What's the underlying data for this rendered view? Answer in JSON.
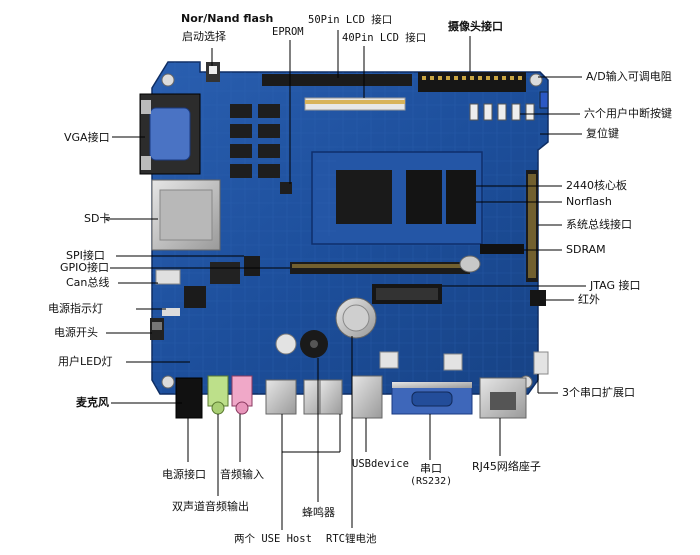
{
  "colors": {
    "board": "#1d4f9c",
    "board_dark": "#163d7c",
    "silk": "#ffffff",
    "chip": "#1a1a1a",
    "connector_black": "#161616",
    "header_yellow": "#e8d36a",
    "sd_silver": "#c9c9c9",
    "vga_blue": "#3a64b8",
    "leader": "#000000"
  },
  "labels": {
    "nor_nand_flash": "Nor/Nand flash",
    "boot_select": "启动选择",
    "eprom": "EPROM",
    "lcd50": "50Pin LCD 接口",
    "lcd40": "40Pin LCD 接口",
    "camera": "摄像头接口",
    "ad_pot": "A/D输入可调电阻",
    "user_int_keys": "六个用户中断按键",
    "reset_key": "复位键",
    "vga": "VGA接口",
    "core_board": "2440核心板",
    "norflash": "Norflash",
    "sys_bus": "系统总线接口",
    "sd_card": "SD卡",
    "spi": "SPI接口",
    "gpio": "GPIO接口",
    "can": "Can总线",
    "sdram": "SDRAM",
    "jtag": "JTAG 接口",
    "power_led": "电源指示灯",
    "ir": "红外",
    "power_switch": "电源开头",
    "user_led": "用户LED灯",
    "mic": "麦克风",
    "serial_ext": "3个串口扩展口",
    "power_jack": "电源接口",
    "audio_in": "音频输入",
    "usb_device": "USBdevice",
    "serial": "串口",
    "rs232": "(RS232)",
    "rj45": "RJ45网络座子",
    "stereo_out": "双声道音频输出",
    "buzzer": "蜂鸣器",
    "usb_host": "两个 USE Host",
    "rtc_battery": "RTC锂电池"
  }
}
